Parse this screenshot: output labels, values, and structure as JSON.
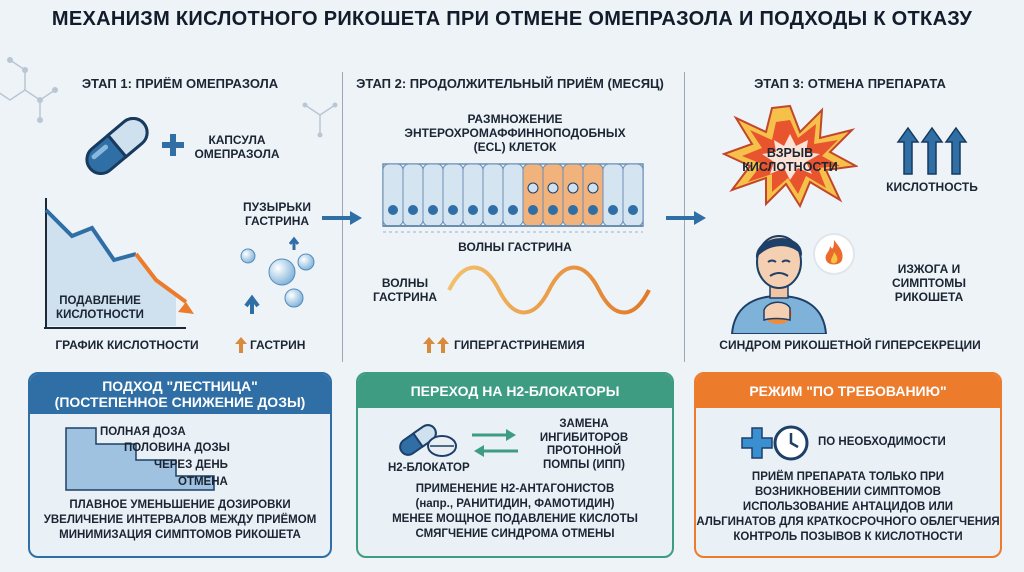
{
  "title": "МЕХАНИЗМ КИСЛОТНОГО РИКОШЕТА ПРИ ОТМЕНЕ ОМЕПРАЗОЛА И ПОДХОДЫ К ОТКАЗУ",
  "stage1": {
    "title": "ЭТАП 1: ПРИЁМ ОМЕПРАЗОЛА",
    "capsule_label_1": "КАПСУЛА",
    "capsule_label_2": "ОМЕПРАЗОЛА",
    "bubbles_label_1": "ПУЗЫРЬКИ",
    "bubbles_label_2": "ГАСТРИНА",
    "suppression_1": "ПОДАВЛЕНИЕ",
    "suppression_2": "КИСЛОТНОСТИ",
    "graph_label": "ГРАФИК КИСЛОТНОСТИ",
    "gastrin_label": "ГАСТРИН"
  },
  "stage2": {
    "title": "ЭТАП 2: ПРОДОЛЖИТЕЛЬНЫЙ ПРИЁМ (МЕСЯЦ)",
    "ecl_1": "РАЗМНОЖЕНИЕ",
    "ecl_2": "ЭНТЕРОХРОМАФФИННОПОДОБНЫХ",
    "ecl_3": "(ECL) КЛЕТОК",
    "waves_top": "ВОЛНЫ ГАСТРИНА",
    "waves_left_1": "ВОЛНЫ",
    "waves_left_2": "ГАСТРИНА",
    "hyper": "ГИПЕРГАСТРИНЕМИЯ"
  },
  "stage3": {
    "title": "ЭТАП 3: ОТМЕНА ПРЕПАРАТА",
    "burst_1": "ВЗРЫВ",
    "burst_2": "КИСЛОТНОСТИ",
    "acidity": "КИСЛОТНОСТЬ",
    "heartburn_1": "ИЗЖОГА И",
    "heartburn_2": "СИМПТОМЫ",
    "heartburn_3": "РИКОШЕТА",
    "syndrome": "СИНДРОМ РИКОШЕТНОЙ ГИПЕРСЕКРЕЦИИ"
  },
  "card_ladder": {
    "head_1": "ПОДХОД \"ЛЕСТНИЦА\"",
    "head_2": "(ПОСТЕПЕННОЕ СНИЖЕНИЕ ДОЗЫ)",
    "steps": [
      "ПОЛНАЯ ДОЗА",
      "ПОЛОВИНА ДОЗЫ",
      "ЧЕРЕЗ ДЕНЬ",
      "ОТМЕНА"
    ],
    "lines": [
      "ПЛАВНОЕ УМЕНЬШЕНИЕ ДОЗИРОВКИ",
      "УВЕЛИЧЕНИЕ ИНТЕРВАЛОВ МЕЖДУ ПРИЁМОМ",
      "МИНИМИЗАЦИЯ СИМПТОМОВ РИКОШЕТА"
    ]
  },
  "card_h2": {
    "head": "ПЕРЕХОД НА Н2-БЛОКАТОРЫ",
    "pill_label": "Н2-БЛОКАТОР",
    "replace": [
      "ЗАМЕНА",
      "ИНГИБИТОРОВ",
      "ПРОТОННОЙ",
      "ПОМПЫ (ИПП)"
    ],
    "lines": [
      "ПРИМЕНЕНИЕ Н2-АНТАГОНИСТОВ",
      "(напр., РАНИТИДИН, ФАМОТИДИН)",
      "МЕНЕЕ МОЩНОЕ ПОДАВЛЕНИЕ КИСЛОТЫ",
      "СМЯГЧЕНИЕ СИНДРОМА ОТМЕНЫ"
    ]
  },
  "card_demand": {
    "head": "РЕЖИМ \"ПО ТРЕБОВАНИЮ\"",
    "need": "ПО НЕОБХОДИМОСТИ",
    "lines": [
      "ПРИЁМ ПРЕПАРАТА ТОЛЬКО ПРИ",
      "ВОЗНИКНОВЕНИИ СИМПТОМОВ",
      "ИСПОЛЬЗОВАНИЕ АНТАЦИДОВ ИЛИ",
      "АЛЬГИНАТОВ ДЛЯ КРАТКОСРОЧНОГО ОБЛЕГЧЕНИЯ",
      "КОНТРОЛЬ ПОЗЫВОВ К КИСЛОТНОСТИ"
    ]
  },
  "colors": {
    "blue": "#2f6fa6",
    "green": "#3d9c82",
    "orange": "#ec7b2b",
    "navy": "#1d3f68"
  }
}
